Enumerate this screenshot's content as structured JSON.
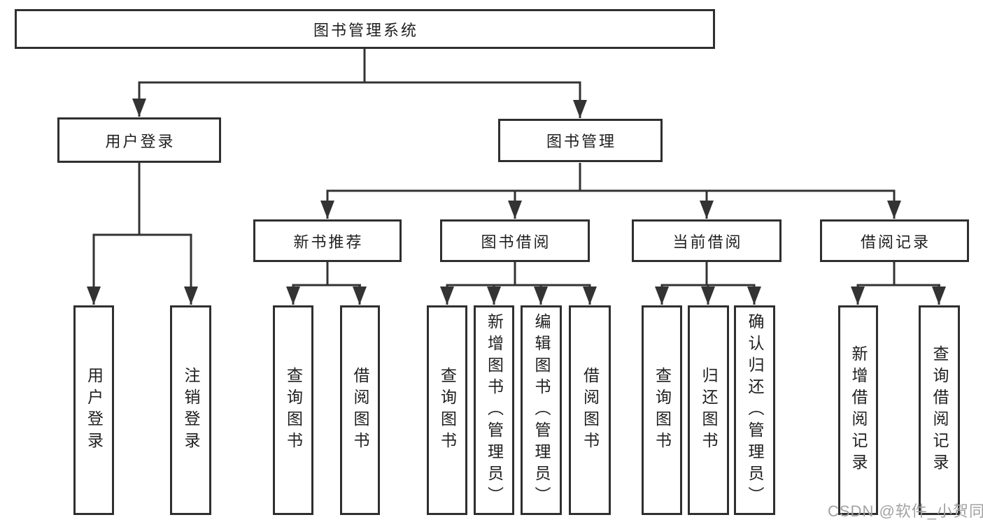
{
  "diagram": {
    "root": {
      "label": "图书管理系统"
    },
    "branches": [
      {
        "label": "用户登录",
        "children": [
          {
            "label": "用户登录"
          },
          {
            "label": "注销登录"
          }
        ]
      },
      {
        "label": "图书管理",
        "children": [
          {
            "label": "新书推荐",
            "children": [
              {
                "label": "查询图书"
              },
              {
                "label": "借阅图书"
              }
            ]
          },
          {
            "label": "图书借阅",
            "children": [
              {
                "label": "查询图书"
              },
              {
                "label": "新增图书（管理员）"
              },
              {
                "label": "编辑图书（管理员）"
              },
              {
                "label": "借阅图书"
              }
            ]
          },
          {
            "label": "当前借阅",
            "children": [
              {
                "label": "查询图书"
              },
              {
                "label": "归还图书"
              },
              {
                "label": "确认归还（管理员）"
              }
            ]
          },
          {
            "label": "借阅记录",
            "children": [
              {
                "label": "新增借阅记录"
              },
              {
                "label": "查询借阅记录"
              }
            ]
          }
        ]
      }
    ]
  },
  "watermark": {
    "text": "CSDN @软件_小贺同学"
  },
  "colors": {
    "background": "#ffffff",
    "box_border": "#2f2f2f",
    "line": "#333333",
    "text": "#1f1f1f",
    "watermark": "#a2a2a2"
  }
}
